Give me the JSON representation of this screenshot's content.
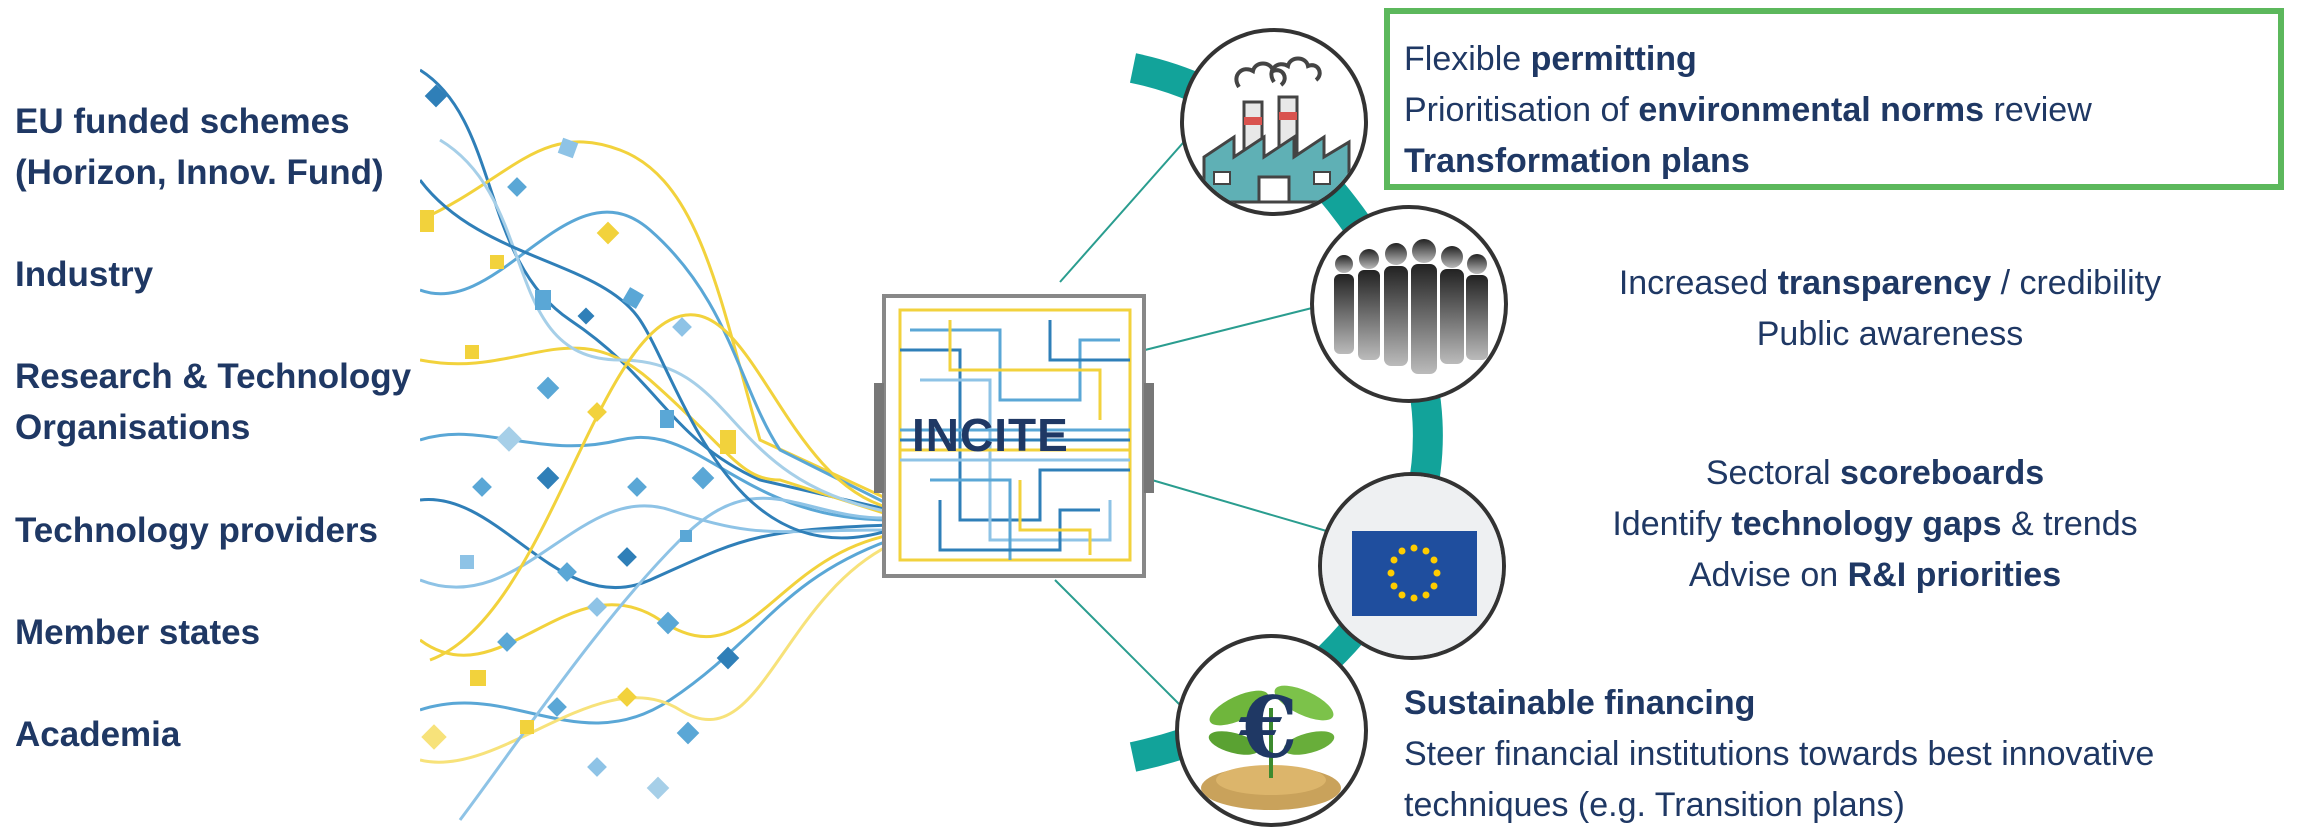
{
  "stakeholders": {
    "eu_funded_1": "EU funded schemes",
    "eu_funded_2": "(Horizon, Innov. Fund)",
    "industry": "Industry",
    "rto_1": "Research & Technology",
    "rto_2": "Organisations",
    "tech_providers": "Technology providers",
    "member_states": "Member states",
    "academia": "Academia"
  },
  "hub": {
    "label": "INCITE"
  },
  "outcomes": {
    "permitting": {
      "line1_pre": "Flexible ",
      "line1_bold": "permitting",
      "line2_pre": "Prioritisation of ",
      "line2_bold": "environmental norms",
      "line2_post": " review",
      "line3_bold": "Transformation plans"
    },
    "transparency": {
      "line1_pre": "Increased ",
      "line1_bold": "transparency",
      "line1_post": " / credibility",
      "line2": "Public awareness"
    },
    "scoreboards": {
      "line1_pre": "Sectoral ",
      "line1_bold": "scoreboards",
      "line2_pre": "Identify ",
      "line2_bold": "technology gaps",
      "line2_post": " & trends",
      "line3_pre": "Advise on ",
      "line3_bold": "R&I priorities"
    },
    "financing": {
      "line1_bold": "Sustainable financing",
      "line2": "Steer financial institutions towards best innovative",
      "line3": "techniques (e.g. Transition plans)"
    }
  },
  "icons": {
    "euro_symbol": "€"
  },
  "colors": {
    "text_navy": "#1f3864",
    "teal_arc": "#12a39a",
    "teal_line": "#2a9d8f",
    "highlight_green": "#5cb85c",
    "stream_yellow": "#f2d23c",
    "stream_blue": "#5aa7d6",
    "stream_dark_blue": "#2f7fb8",
    "eu_blue": "#1f4e9e",
    "eu_star": "#ffcc00"
  }
}
